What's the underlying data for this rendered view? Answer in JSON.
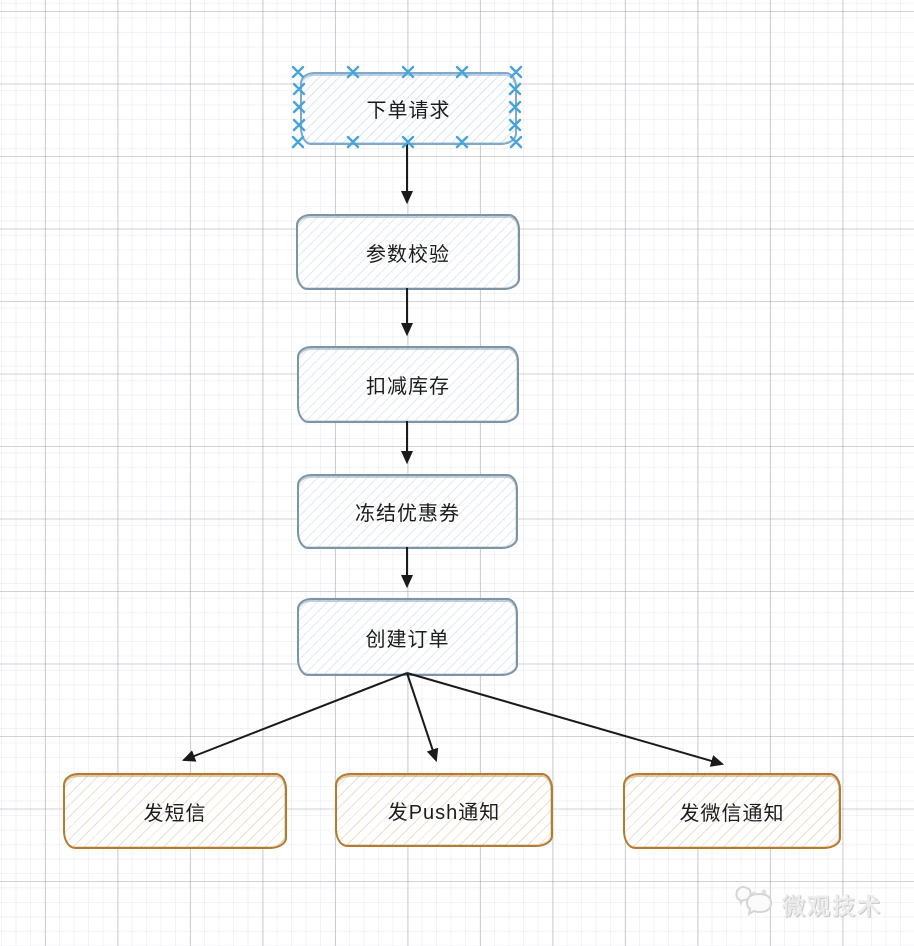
{
  "diagram": {
    "tool": "flowchart-editor",
    "nodes": [
      {
        "label": "下单请求",
        "color": "blue",
        "state": "selected"
      },
      {
        "label": "参数校验",
        "color": "blue",
        "state": "normal"
      },
      {
        "label": "扣减库存",
        "color": "blue",
        "state": "normal"
      },
      {
        "label": "冻结优惠券",
        "color": "blue",
        "state": "normal"
      },
      {
        "label": "创建订单",
        "color": "blue",
        "state": "normal"
      },
      {
        "label": "发短信",
        "color": "orange",
        "state": "normal"
      },
      {
        "label": "发Push通知",
        "color": "orange",
        "state": "normal"
      },
      {
        "label": "发微信通知",
        "color": "orange",
        "state": "normal"
      }
    ],
    "edges": [
      {
        "from": "下单请求",
        "to": "参数校验"
      },
      {
        "from": "参数校验",
        "to": "扣减库存"
      },
      {
        "from": "扣减库存",
        "to": "冻结优惠券"
      },
      {
        "from": "冻结优惠券",
        "to": "创建订单"
      },
      {
        "from": "创建订单",
        "to": "发短信"
      },
      {
        "from": "创建订单",
        "to": "发Push通知"
      },
      {
        "from": "创建订单",
        "to": "发微信通知"
      }
    ],
    "selection": {
      "selected_node": "下单请求",
      "handle_icon": "x-handle-icon"
    },
    "colors": {
      "blue_node_border": "#7d93a8",
      "selected_node_border": "#7fa9cc",
      "selection_handle": "#47a4d9",
      "orange_node_border": "#b47a2e",
      "arrow": "#1a1a1a",
      "grid_major": "#cfd0d4",
      "grid_minor": "#eef0f6"
    }
  },
  "watermark": {
    "label": "微观技术",
    "icon": "chat-bubbles-icon"
  }
}
